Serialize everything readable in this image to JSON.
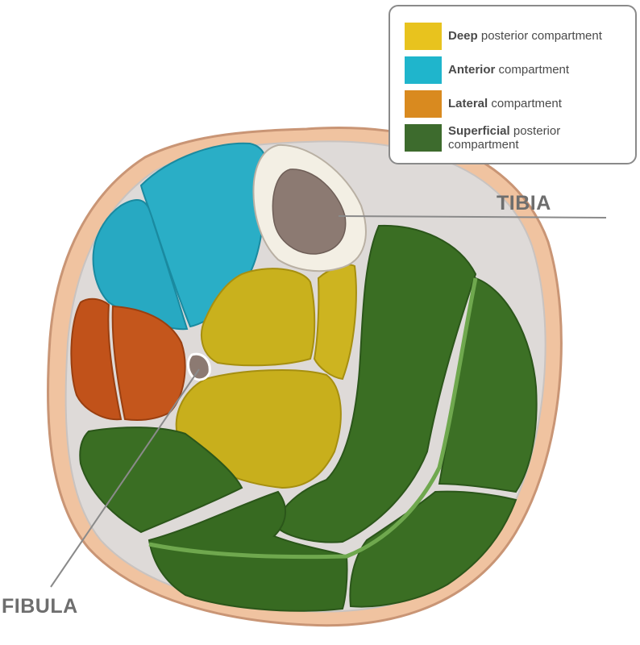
{
  "legend": {
    "items": [
      {
        "bold": "Deep",
        "rest": " posterior compartment",
        "color": "#e8c31e"
      },
      {
        "bold": "Anterior",
        "rest": " compartment",
        "color": "#1fb5cc"
      },
      {
        "bold": "Lateral",
        "rest": " compartment",
        "color": "#d98a1f"
      },
      {
        "bold": "Superficial",
        "rest": " posterior compartment",
        "color": "#3d6b2d"
      }
    ]
  },
  "labels": {
    "tibia": "TIBIA",
    "fibula": "FIBULA"
  },
  "colors": {
    "skin": "#f1c5a4",
    "fascia": "#dcdcdc",
    "deep_posterior": "#c9b11d",
    "anterior": "#27a9c2",
    "lateral": "#c1521a",
    "superficial_posterior": "#3a6e23",
    "bone": "#8c7a72",
    "bone_cortex": "#f3efe4"
  }
}
